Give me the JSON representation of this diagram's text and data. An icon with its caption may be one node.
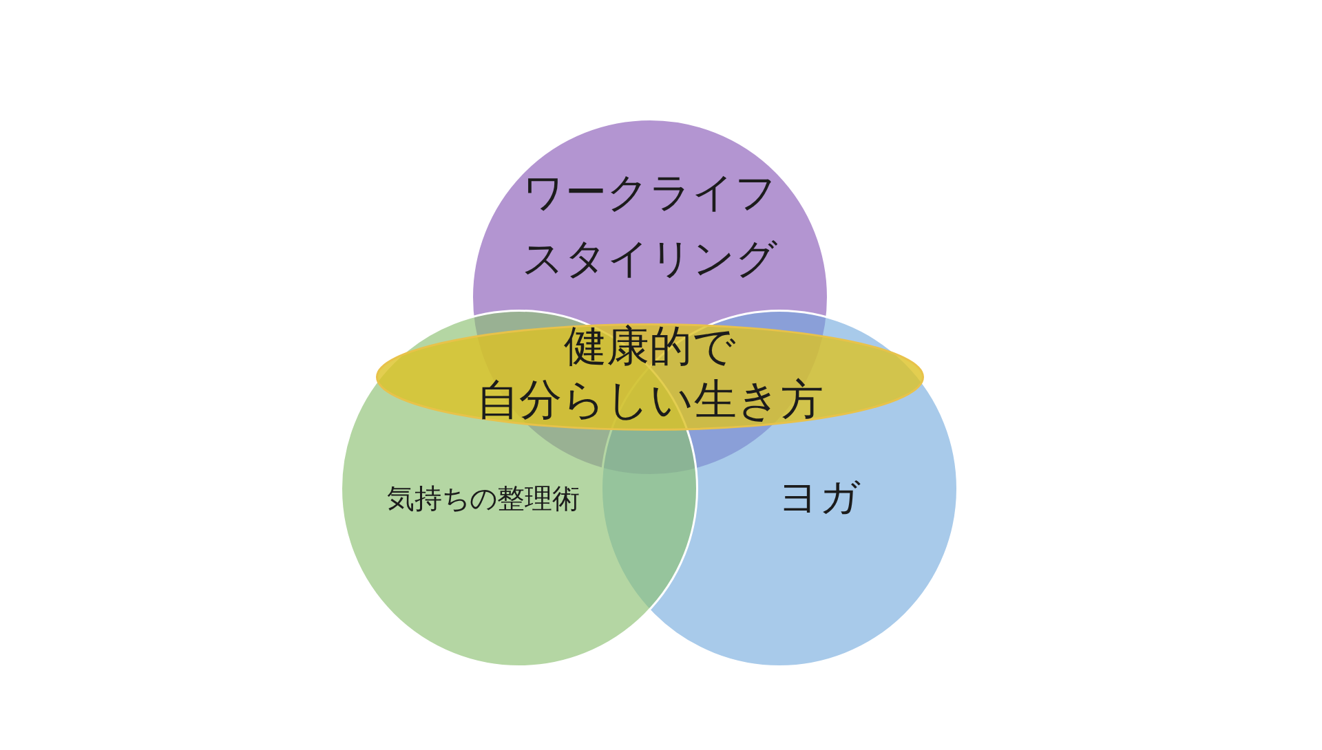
{
  "diagram": {
    "nodes": [
      {
        "text": [
          "ワークライフスタイリング"
        ]
      },
      {
        "text": [
          "健康的で自分らしい生き方"
        ]
      },
      {
        "text": [
          "気持ちの整理術"
        ]
      },
      {
        "text": [
          "ヨガ"
        ]
      }
    ]
  }
}
